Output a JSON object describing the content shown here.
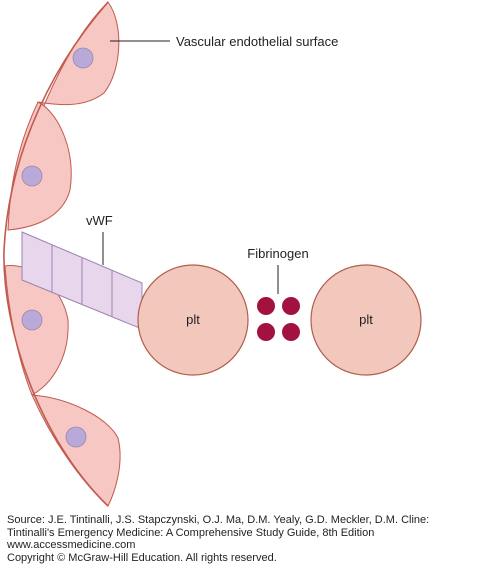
{
  "colors": {
    "cell_fill": "#f6c7c3",
    "cell_stroke": "#c15a4f",
    "nucleus": "#b9a9d8",
    "vwf_fill": "#e7d6ec",
    "vwf_stroke": "#9b84b2",
    "platelet_fill": "#f2c7bc",
    "platelet_stroke": "#b45c4e",
    "fibrinogen": "#a3123f",
    "text": "#231f20"
  },
  "labels": {
    "endothelium": "Vascular endothelial surface",
    "vwf": "vWF",
    "fibrinogen": "Fibrinogen",
    "platelet_left": "plt",
    "platelet_right": "plt"
  },
  "credit": {
    "line1": "Source: J.E. Tintinalli, J.S. Stapczynski, O.J. Ma, D.M. Yealy, G.D. Meckler, D.M. Cline:",
    "line2": "Tintinalli's Emergency Medicine: A Comprehensive Study Guide, 8th Edition",
    "line3": "www.accessmedicine.com",
    "line4": "Copyright © McGraw-Hill Education.  All rights reserved."
  }
}
